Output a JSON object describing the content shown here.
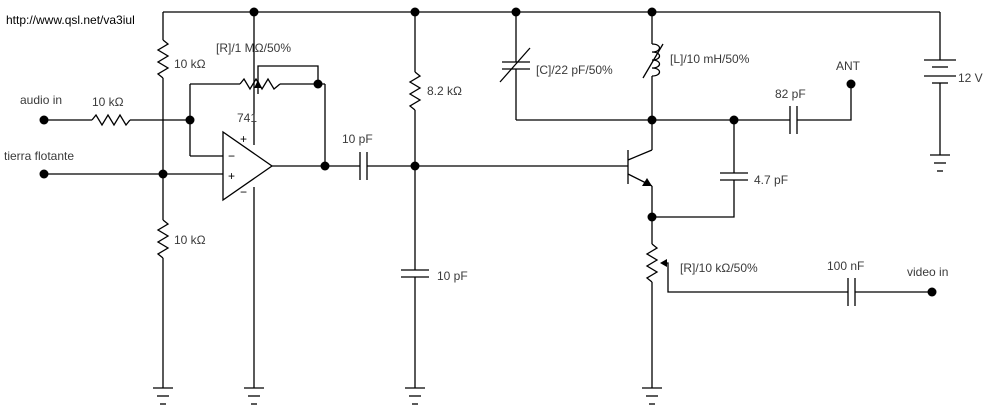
{
  "url": "http://www.qsl.net/va3iul",
  "inputs": {
    "audio_in": "audio in",
    "tierra_flotante": "tierra flotante",
    "video_in": "video in",
    "ant": "ANT"
  },
  "components": {
    "r_audio": "10 kΩ",
    "r_bias_top": "10 kΩ",
    "r_bias_bottom": "10 kΩ",
    "pot_feedback": "[R]/1 MΩ/50%",
    "opamp": "741",
    "c_coupling": "10 pF",
    "r_base": "8.2 kΩ",
    "c_base_gnd": "10 pF",
    "c_tune": "[C]/22 pF/50%",
    "l_tank": "[L]/10 mH/50%",
    "c_ant": "82 pF",
    "c_feedback": "4.7 pF",
    "pot_emitter": "[R]/10 kΩ/50%",
    "c_video": "100 nF",
    "battery": "12 V"
  },
  "opamp_pins": {
    "plus_top": "+",
    "minus_in": "−",
    "plus_in": "+",
    "minus_bottom": "−"
  }
}
